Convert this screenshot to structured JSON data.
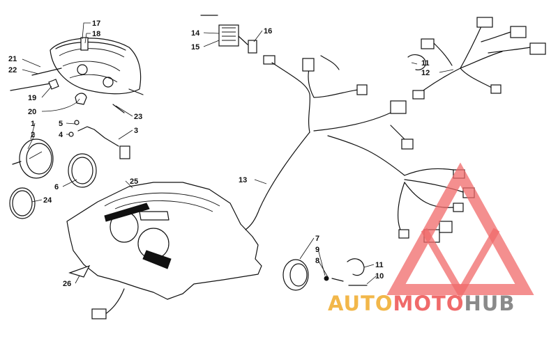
{
  "diagram": {
    "callouts": {
      "c1": "1",
      "c2": "2",
      "c3": "3",
      "c4": "4",
      "c5": "5",
      "c6": "6",
      "c7": "7",
      "c8": "8",
      "c9": "9",
      "c10": "10",
      "c11a": "11",
      "c11b": "11",
      "c12": "12",
      "c13": "13",
      "c14": "14",
      "c15": "15",
      "c16": "16",
      "c17": "17",
      "c18": "18",
      "c19": "19",
      "c20": "20",
      "c21": "21",
      "c22": "22",
      "c23": "23",
      "c24": "24",
      "c25": "25",
      "c26": "26"
    }
  },
  "watermark": {
    "word_a": "AUTO",
    "word_b": "MOTO",
    "word_c": "HUB",
    "color_a": "#f2b74a",
    "color_b": "#f06a6a",
    "color_c": "#8a8a8a"
  }
}
